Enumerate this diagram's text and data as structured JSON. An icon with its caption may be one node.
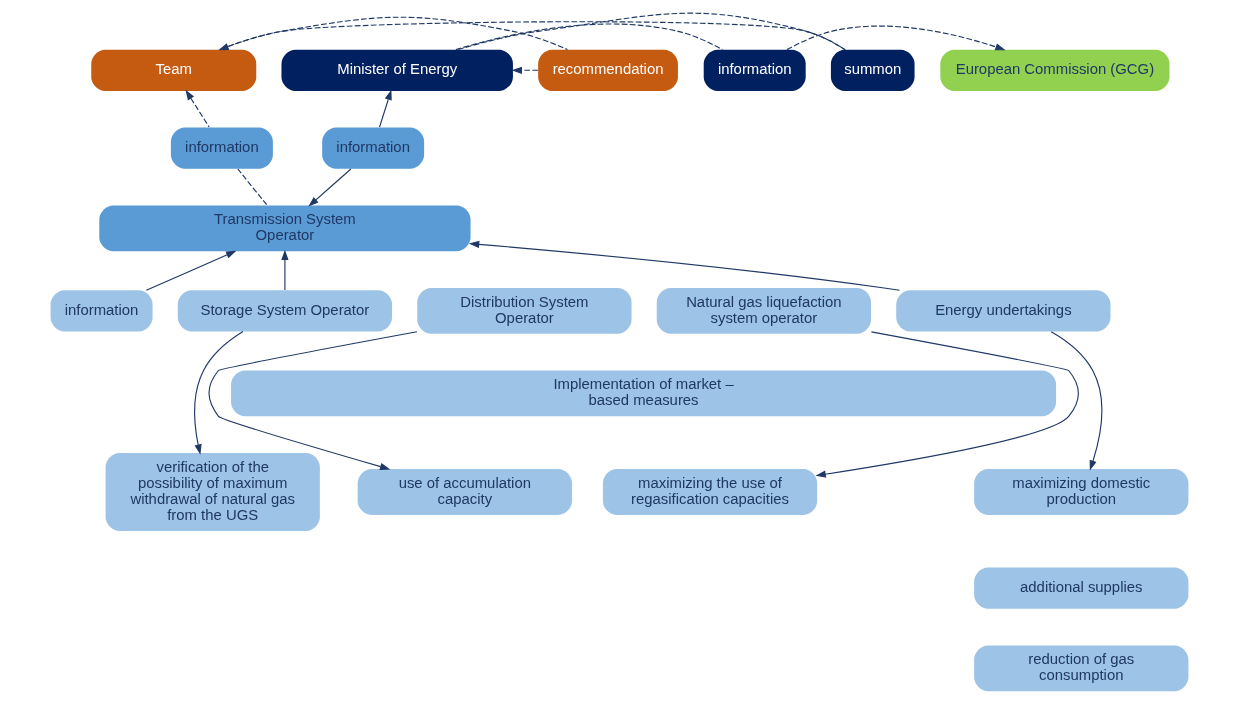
{
  "diagram": {
    "nodes": [
      {
        "text": [
          "Team"
        ]
      },
      {
        "text": [
          "summon"
        ]
      },
      {
        "text": [
          "Minister of Energy"
        ]
      },
      {
        "text": [
          "recommendation"
        ]
      },
      {
        "text": [
          "information"
        ]
      },
      {
        "text": [
          "European Commission (GCG)"
        ]
      },
      {
        "text": [
          "information"
        ]
      },
      {
        "text": [
          "information"
        ]
      },
      {
        "text": [
          "Transmission System Operator"
        ]
      },
      {
        "text": [
          "information"
        ]
      },
      {
        "text": [
          "Storage System Operator"
        ]
      },
      {
        "text": [
          "Distribution System Operator"
        ]
      },
      {
        "text": [
          "Natural gas liquefaction system operator"
        ]
      },
      {
        "text": [
          "Energy undertakings"
        ]
      },
      {
        "text": [
          "Implementation of market – based measures"
        ]
      },
      {
        "text": [
          "verification of the possibility of maximum withdrawal of natural gas from the UGS"
        ]
      },
      {
        "text": [
          "use of accumulation capacity"
        ]
      },
      {
        "text": [
          "maximizing the use of regasification capacities"
        ]
      },
      {
        "text": [
          "maximizing domestic production"
        ]
      },
      {
        "text": [
          "additional supplies"
        ]
      },
      {
        "text": [
          "reduction of gas consumption"
        ]
      }
    ],
    "edges": [
      {
        "from": 2,
        "to": 1,
        "arrow": "none",
        "style": "dashed"
      },
      {
        "from": 1,
        "to": 0,
        "arrow": "to",
        "style": "dashed"
      },
      {
        "from": 0,
        "to": 3,
        "arrow": "none",
        "style": "dashed"
      },
      {
        "from": 3,
        "to": 2,
        "arrow": "to",
        "style": "dashed"
      },
      {
        "from": 2,
        "to": 4,
        "arrow": "none",
        "style": "dashed"
      },
      {
        "from": 4,
        "to": 5,
        "arrow": "to",
        "style": "dashed"
      },
      {
        "from": 8,
        "to": 6,
        "arrow": "none",
        "style": "dashed"
      },
      {
        "from": 6,
        "to": 0,
        "arrow": "to",
        "style": "dashed"
      },
      {
        "from": 7,
        "to": 2,
        "arrow": "to"
      },
      {
        "from": 7,
        "to": 8,
        "arrow": "to"
      },
      {
        "from": 10,
        "to": 8,
        "arrow": "to"
      },
      {
        "from": 9,
        "to": 8,
        "arrow": "to"
      },
      {
        "from": 13,
        "to": 8,
        "arrow": "to"
      },
      {
        "from": 10,
        "to": 15,
        "arrow": "to"
      },
      {
        "from": 11,
        "to": 16,
        "arrow": "to"
      },
      {
        "from": 12,
        "to": 17,
        "arrow": "to"
      },
      {
        "from": 13,
        "to": 18,
        "arrow": "to"
      }
    ]
  }
}
